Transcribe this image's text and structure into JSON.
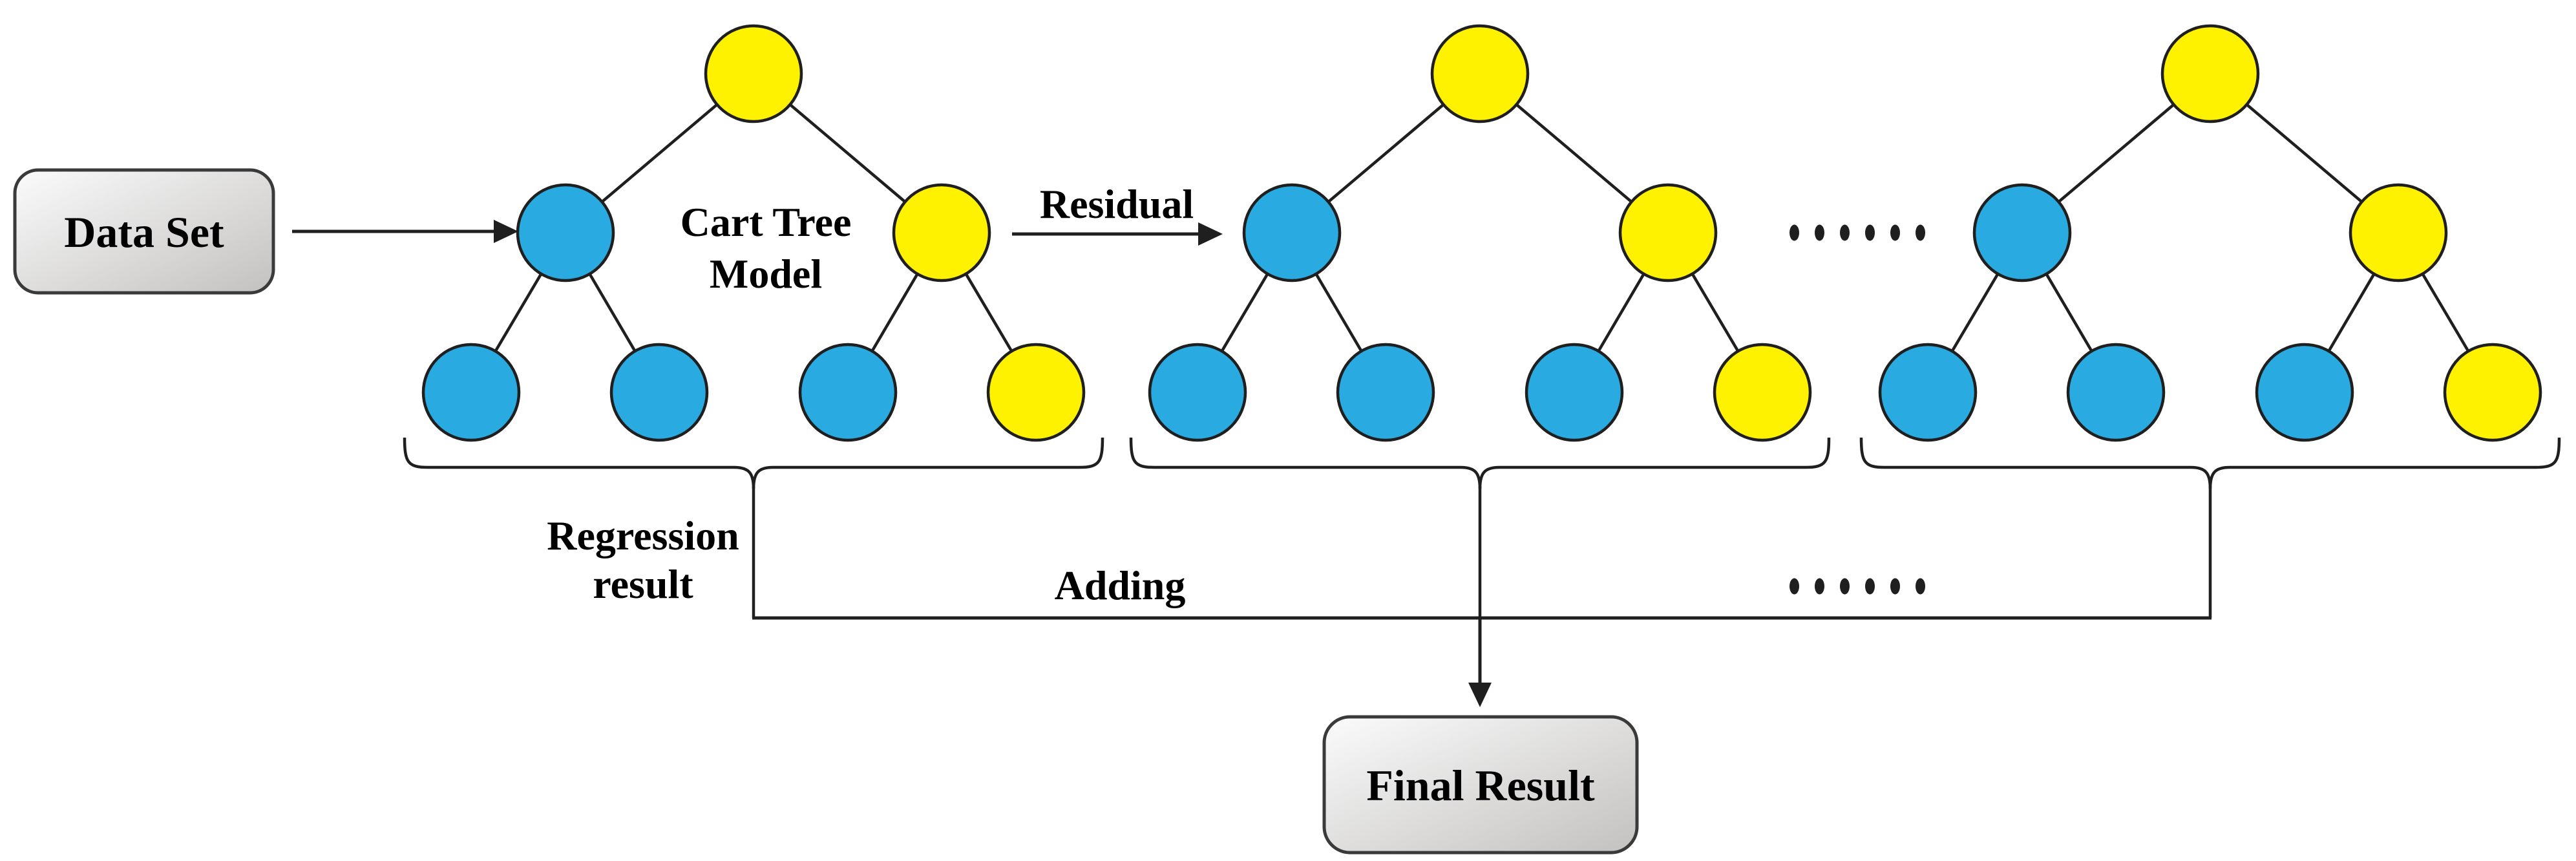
{
  "diagram": {
    "background": "#ffffff",
    "boxes": {
      "data_set": {
        "label": "Data Set"
      },
      "final_result": {
        "label": "Final Result"
      }
    },
    "labels": {
      "cart_tree_model": [
        "Cart Tree",
        "Model"
      ],
      "residual": "Residual",
      "regression_result": [
        "Regression",
        "result"
      ],
      "adding": "Adding"
    },
    "colors": {
      "node_blue": "#29abe2",
      "node_yellow": "#fff200",
      "line": "#1f1f1f",
      "text": "#000000",
      "box_border": "#3a3a3a",
      "box_gradient_start": "#fbfbfb",
      "box_gradient_end": "#c3c1c0"
    },
    "trees": [
      {
        "id": "cart-tree-1",
        "root": "yellow",
        "internal": [
          "blue",
          "yellow"
        ],
        "leaves": [
          "blue",
          "blue",
          "blue",
          "yellow"
        ]
      },
      {
        "id": "cart-tree-2",
        "root": "yellow",
        "internal": [
          "blue",
          "yellow"
        ],
        "leaves": [
          "blue",
          "blue",
          "blue",
          "yellow"
        ]
      },
      {
        "id": "cart-tree-3",
        "root": "yellow",
        "internal": [
          "blue",
          "yellow"
        ],
        "leaves": [
          "blue",
          "blue",
          "blue",
          "yellow"
        ]
      }
    ],
    "ellipsis_rows": [
      {
        "name": "between-trees-dots",
        "dot_count": 6
      },
      {
        "name": "adding-line-dots",
        "dot_count": 6
      }
    ]
  }
}
